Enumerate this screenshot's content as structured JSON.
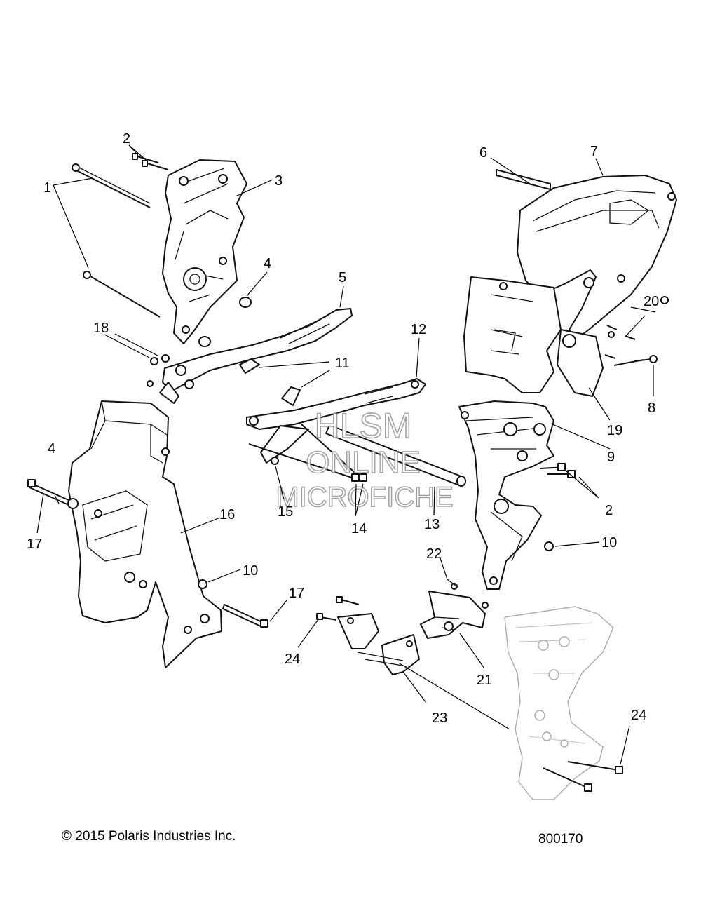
{
  "watermark": {
    "line1": "HLSM",
    "line2": "ONLINE",
    "line3": "MICROFICHE"
  },
  "footer": {
    "copyright": "© 2015 Polaris Industries Inc.",
    "drawing_number": "800170"
  },
  "callouts": [
    {
      "id": "c1",
      "label": "1"
    },
    {
      "id": "c2a",
      "label": "2"
    },
    {
      "id": "c2b",
      "label": "2"
    },
    {
      "id": "c3",
      "label": "3"
    },
    {
      "id": "c4a",
      "label": "4"
    },
    {
      "id": "c4b",
      "label": "4"
    },
    {
      "id": "c5",
      "label": "5"
    },
    {
      "id": "c6",
      "label": "6"
    },
    {
      "id": "c7",
      "label": "7"
    },
    {
      "id": "c8",
      "label": "8"
    },
    {
      "id": "c9",
      "label": "9"
    },
    {
      "id": "c10a",
      "label": "10"
    },
    {
      "id": "c10b",
      "label": "10"
    },
    {
      "id": "c11",
      "label": "11"
    },
    {
      "id": "c12",
      "label": "12"
    },
    {
      "id": "c13",
      "label": "13"
    },
    {
      "id": "c14",
      "label": "14"
    },
    {
      "id": "c15",
      "label": "15"
    },
    {
      "id": "c16",
      "label": "16"
    },
    {
      "id": "c17a",
      "label": "17"
    },
    {
      "id": "c17b",
      "label": "17"
    },
    {
      "id": "c18",
      "label": "18"
    },
    {
      "id": "c19",
      "label": "19"
    },
    {
      "id": "c20",
      "label": "20"
    },
    {
      "id": "c21",
      "label": "21"
    },
    {
      "id": "c22",
      "label": "22"
    },
    {
      "id": "c23",
      "label": "23"
    },
    {
      "id": "c24a",
      "label": "24"
    },
    {
      "id": "c24b",
      "label": "24"
    }
  ]
}
